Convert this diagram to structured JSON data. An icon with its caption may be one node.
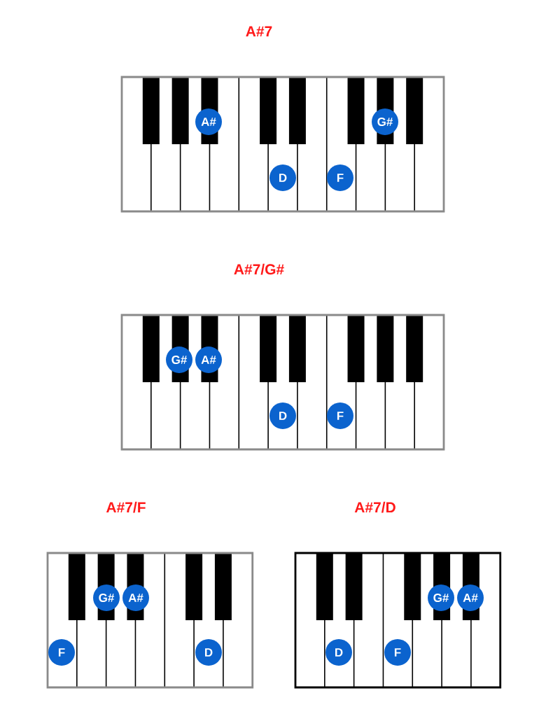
{
  "diagram": {
    "nodes": [
      {
        "text": [
          "A#7"
        ]
      },
      {
        "text": [
          "A#"
        ],
        "in": 0
      },
      {
        "text": [
          "G#"
        ],
        "in": 0
      },
      {
        "text": [
          "D"
        ],
        "in": 0
      },
      {
        "text": [
          "F"
        ],
        "in": 0
      },
      {
        "text": [
          "A#7/G#"
        ]
      },
      {
        "text": [
          "G#"
        ],
        "in": 5
      },
      {
        "text": [
          "A#"
        ],
        "in": 5
      },
      {
        "text": [
          "D"
        ],
        "in": 5
      },
      {
        "text": [
          "F"
        ],
        "in": 5
      },
      {
        "text": [
          "A#7/F"
        ]
      },
      {
        "text": [
          "G#"
        ],
        "in": 10
      },
      {
        "text": [
          "A#"
        ],
        "in": 10
      },
      {
        "text": [
          "F"
        ],
        "in": 10
      },
      {
        "text": [
          "D"
        ],
        "in": 10
      },
      {
        "text": [
          "A#7/D"
        ]
      },
      {
        "text": [
          "G#"
        ],
        "in": 15
      },
      {
        "text": [
          "A#"
        ],
        "in": 15
      },
      {
        "text": [
          "D"
        ],
        "in": 15
      },
      {
        "text": [
          "F"
        ],
        "in": 15
      }
    ]
  }
}
